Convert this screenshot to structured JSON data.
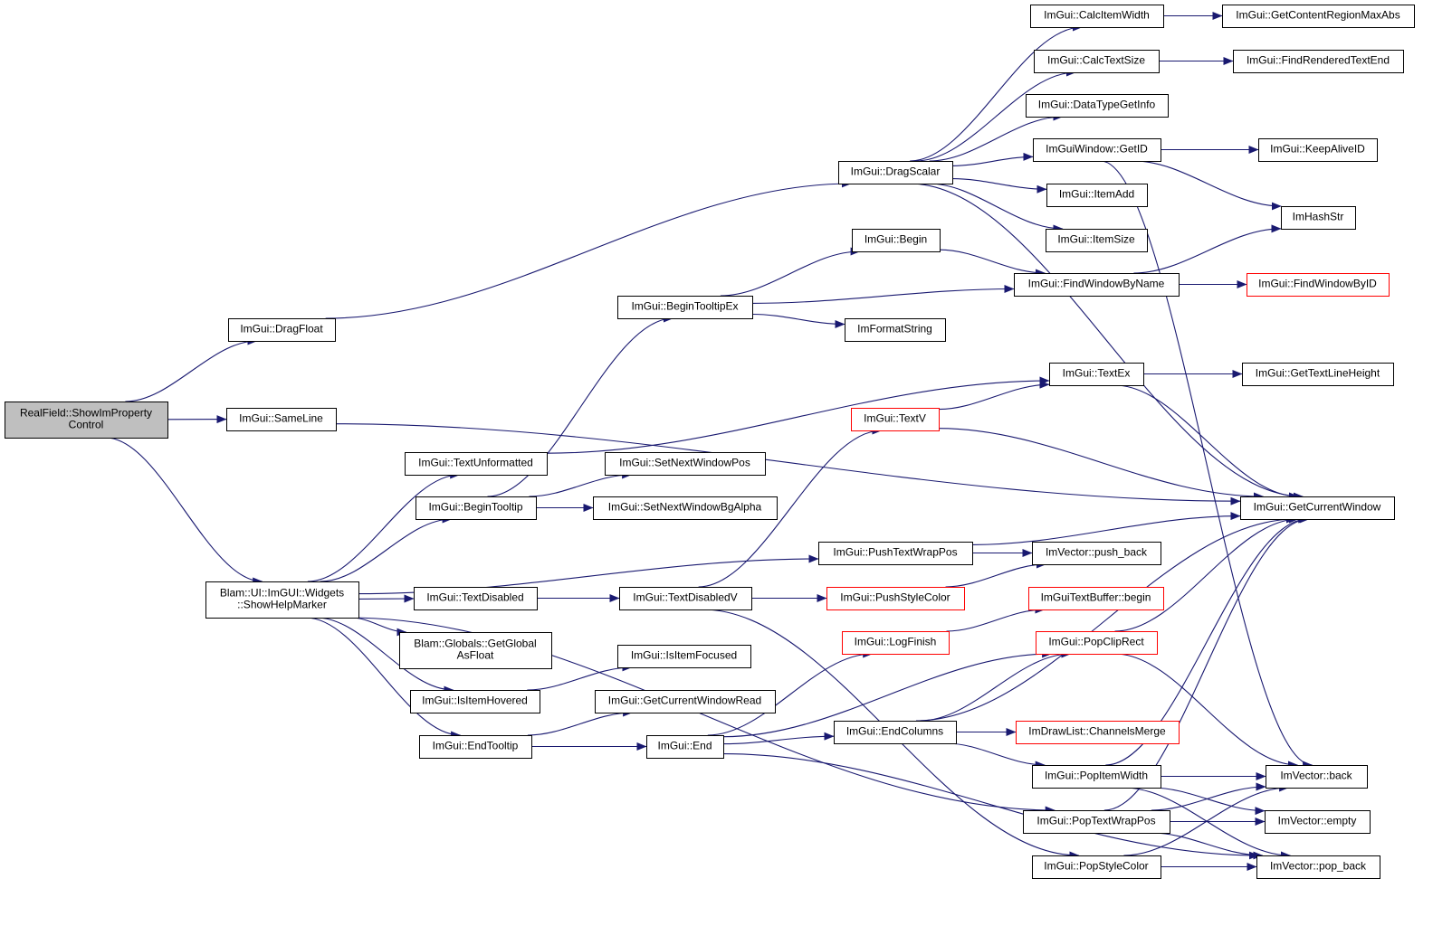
{
  "nodes": [
    {
      "id": "root",
      "lines": [
        "RealField::ShowImProperty",
        "Control"
      ],
      "root": true
    },
    {
      "id": "dragFloat",
      "lines": [
        "ImGui::DragFloat"
      ]
    },
    {
      "id": "sameLine",
      "lines": [
        "ImGui::SameLine"
      ]
    },
    {
      "id": "showHelp",
      "lines": [
        "Blam::UI::ImGUI::Widgets",
        "::ShowHelpMarker"
      ]
    },
    {
      "id": "dragScalar",
      "lines": [
        "ImGui::DragScalar"
      ]
    },
    {
      "id": "beginTooltipEx",
      "lines": [
        "ImGui::BeginTooltipEx"
      ]
    },
    {
      "id": "begin",
      "lines": [
        "ImGui::Begin"
      ]
    },
    {
      "id": "imFormatString",
      "lines": [
        "ImFormatString"
      ]
    },
    {
      "id": "textUnformatted",
      "lines": [
        "ImGui::TextUnformatted"
      ]
    },
    {
      "id": "beginTooltip",
      "lines": [
        "ImGui::BeginTooltip"
      ]
    },
    {
      "id": "setNextWindowPos",
      "lines": [
        "ImGui::SetNextWindowPos"
      ]
    },
    {
      "id": "setNextWindowBgAlpha",
      "lines": [
        "ImGui::SetNextWindowBgAlpha"
      ]
    },
    {
      "id": "textDisabled",
      "lines": [
        "ImGui::TextDisabled"
      ]
    },
    {
      "id": "textDisabledV",
      "lines": [
        "ImGui::TextDisabledV"
      ]
    },
    {
      "id": "getGlobal",
      "lines": [
        "Blam::Globals::GetGlobal",
        "AsFloat"
      ]
    },
    {
      "id": "isItemFocused",
      "lines": [
        "ImGui::IsItemFocused"
      ]
    },
    {
      "id": "isItemHovered",
      "lines": [
        "ImGui::IsItemHovered"
      ]
    },
    {
      "id": "getCurrentWindowRead",
      "lines": [
        "ImGui::GetCurrentWindowRead"
      ]
    },
    {
      "id": "endTooltip",
      "lines": [
        "ImGui::EndTooltip"
      ]
    },
    {
      "id": "end",
      "lines": [
        "ImGui::End"
      ]
    },
    {
      "id": "textV",
      "lines": [
        "ImGui::TextV"
      ],
      "red": true
    },
    {
      "id": "pushTextWrapPos",
      "lines": [
        "ImGui::PushTextWrapPos"
      ]
    },
    {
      "id": "pushStyleColor",
      "lines": [
        "ImGui::PushStyleColor"
      ],
      "red": true
    },
    {
      "id": "logFinish",
      "lines": [
        "ImGui::LogFinish"
      ],
      "red": true
    },
    {
      "id": "endColumns",
      "lines": [
        "ImGui::EndColumns"
      ]
    },
    {
      "id": "calcItemWidth",
      "lines": [
        "ImGui::CalcItemWidth"
      ]
    },
    {
      "id": "calcTextSize",
      "lines": [
        "ImGui::CalcTextSize"
      ]
    },
    {
      "id": "dataTypeGetInfo",
      "lines": [
        "ImGui::DataTypeGetInfo"
      ]
    },
    {
      "id": "getID",
      "lines": [
        "ImGuiWindow::GetID"
      ]
    },
    {
      "id": "itemAdd",
      "lines": [
        "ImGui::ItemAdd"
      ]
    },
    {
      "id": "itemSize",
      "lines": [
        "ImGui::ItemSize"
      ]
    },
    {
      "id": "findWindowByName",
      "lines": [
        "ImGui::FindWindowByName"
      ]
    },
    {
      "id": "textEx",
      "lines": [
        "ImGui::TextEx"
      ]
    },
    {
      "id": "vecPushBack",
      "lines": [
        "ImVector::push_back"
      ]
    },
    {
      "id": "textBufferBegin",
      "lines": [
        "ImGuiTextBuffer::begin"
      ],
      "red": true
    },
    {
      "id": "popClipRect",
      "lines": [
        "ImGui::PopClipRect"
      ],
      "red": true
    },
    {
      "id": "channelsMerge",
      "lines": [
        "ImDrawList::ChannelsMerge"
      ],
      "red": true
    },
    {
      "id": "popItemWidth",
      "lines": [
        "ImGui::PopItemWidth"
      ]
    },
    {
      "id": "popTextWrapPos",
      "lines": [
        "ImGui::PopTextWrapPos"
      ]
    },
    {
      "id": "popStyleColor",
      "lines": [
        "ImGui::PopStyleColor"
      ]
    },
    {
      "id": "getContentRegionMaxAbs",
      "lines": [
        "ImGui::GetContentRegionMaxAbs"
      ]
    },
    {
      "id": "findRenderedTextEnd",
      "lines": [
        "ImGui::FindRenderedTextEnd"
      ]
    },
    {
      "id": "keepAliveID",
      "lines": [
        "ImGui::KeepAliveID"
      ]
    },
    {
      "id": "imHashStr",
      "lines": [
        "ImHashStr"
      ]
    },
    {
      "id": "findWindowByID",
      "lines": [
        "ImGui::FindWindowByID"
      ],
      "red": true
    },
    {
      "id": "getTextLineHeight",
      "lines": [
        "ImGui::GetTextLineHeight"
      ]
    },
    {
      "id": "getCurrentWindow",
      "lines": [
        "ImGui::GetCurrentWindow"
      ]
    },
    {
      "id": "vecBack",
      "lines": [
        "ImVector::back"
      ]
    },
    {
      "id": "vecEmpty",
      "lines": [
        "ImVector::empty"
      ]
    },
    {
      "id": "vecPopBack",
      "lines": [
        "ImVector::pop_back"
      ]
    }
  ],
  "edges": [
    [
      "root",
      "dragFloat"
    ],
    [
      "root",
      "sameLine"
    ],
    [
      "root",
      "showHelp"
    ],
    [
      "dragFloat",
      "dragScalar"
    ],
    [
      "sameLine",
      "getCurrentWindow"
    ],
    [
      "showHelp",
      "textUnformatted"
    ],
    [
      "showHelp",
      "beginTooltip"
    ],
    [
      "showHelp",
      "pushTextWrapPos"
    ],
    [
      "showHelp",
      "textDisabled"
    ],
    [
      "showHelp",
      "getGlobal"
    ],
    [
      "showHelp",
      "isItemHovered"
    ],
    [
      "showHelp",
      "endTooltip"
    ],
    [
      "showHelp",
      "popTextWrapPos"
    ],
    [
      "dragScalar",
      "calcItemWidth"
    ],
    [
      "dragScalar",
      "calcTextSize"
    ],
    [
      "dragScalar",
      "dataTypeGetInfo"
    ],
    [
      "dragScalar",
      "getID"
    ],
    [
      "dragScalar",
      "itemAdd"
    ],
    [
      "dragScalar",
      "itemSize"
    ],
    [
      "dragScalar",
      "getCurrentWindow"
    ],
    [
      "calcItemWidth",
      "getContentRegionMaxAbs"
    ],
    [
      "calcTextSize",
      "findRenderedTextEnd"
    ],
    [
      "getID",
      "keepAliveID"
    ],
    [
      "getID",
      "imHashStr"
    ],
    [
      "getID",
      "vecBack"
    ],
    [
      "beginTooltipEx",
      "begin"
    ],
    [
      "beginTooltipEx",
      "findWindowByName"
    ],
    [
      "beginTooltipEx",
      "imFormatString"
    ],
    [
      "begin",
      "findWindowByName"
    ],
    [
      "findWindowByName",
      "imHashStr"
    ],
    [
      "findWindowByName",
      "findWindowByID"
    ],
    [
      "textUnformatted",
      "textEx"
    ],
    [
      "beginTooltip",
      "beginTooltipEx"
    ],
    [
      "beginTooltip",
      "setNextWindowPos"
    ],
    [
      "beginTooltip",
      "setNextWindowBgAlpha"
    ],
    [
      "textDisabled",
      "textDisabledV"
    ],
    [
      "textDisabledV",
      "textV"
    ],
    [
      "textDisabledV",
      "pushStyleColor"
    ],
    [
      "textDisabledV",
      "popStyleColor"
    ],
    [
      "textV",
      "textEx"
    ],
    [
      "textV",
      "getCurrentWindow"
    ],
    [
      "textEx",
      "getTextLineHeight"
    ],
    [
      "textEx",
      "getCurrentWindow"
    ],
    [
      "pushTextWrapPos",
      "vecPushBack"
    ],
    [
      "pushTextWrapPos",
      "getCurrentWindow"
    ],
    [
      "pushStyleColor",
      "vecPushBack"
    ],
    [
      "isItemHovered",
      "isItemFocused"
    ],
    [
      "endTooltip",
      "getCurrentWindowRead"
    ],
    [
      "endTooltip",
      "end"
    ],
    [
      "end",
      "logFinish"
    ],
    [
      "end",
      "popClipRect"
    ],
    [
      "end",
      "endColumns"
    ],
    [
      "end",
      "vecPopBack"
    ],
    [
      "logFinish",
      "textBufferBegin"
    ],
    [
      "popClipRect",
      "getCurrentWindow"
    ],
    [
      "popClipRect",
      "vecBack"
    ],
    [
      "endColumns",
      "popClipRect"
    ],
    [
      "endColumns",
      "getCurrentWindow"
    ],
    [
      "endColumns",
      "channelsMerge"
    ],
    [
      "endColumns",
      "popItemWidth"
    ],
    [
      "popItemWidth",
      "getCurrentWindow"
    ],
    [
      "popItemWidth",
      "vecBack"
    ],
    [
      "popItemWidth",
      "vecEmpty"
    ],
    [
      "popItemWidth",
      "vecPopBack"
    ],
    [
      "popTextWrapPos",
      "getCurrentWindow"
    ],
    [
      "popTextWrapPos",
      "vecBack"
    ],
    [
      "popTextWrapPos",
      "vecEmpty"
    ],
    [
      "popTextWrapPos",
      "vecPopBack"
    ],
    [
      "popStyleColor",
      "vecBack"
    ],
    [
      "popStyleColor",
      "vecPopBack"
    ]
  ]
}
